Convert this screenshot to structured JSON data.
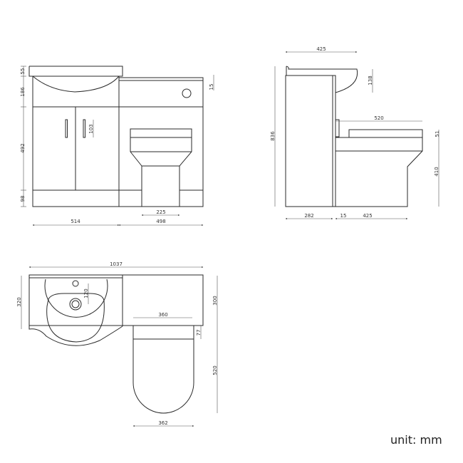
{
  "front_view": {
    "dims": {
      "basin_lip": "55",
      "basin_height": "186",
      "door_height": "492",
      "plinth": "98",
      "handle": "103",
      "cistern_top": "15",
      "pan_width": "225",
      "vanity_width": "514",
      "wc_unit_width": "498"
    }
  },
  "side_view": {
    "dims": {
      "basin_depth": "425",
      "bowl_drop": "138",
      "total_height": "836",
      "projection": "520",
      "seat": "51",
      "pan_height": "410",
      "cabinet_depth": "282",
      "panel": "15",
      "pan_depth": "425"
    }
  },
  "top_view": {
    "dims": {
      "total_width": "1037",
      "basin_depth": "320",
      "tap_to_waste": "120",
      "unit_depth": "300",
      "pan_width": "360",
      "seat_offset": "77",
      "pan_projection": "520",
      "pan_max_width": "362"
    }
  },
  "unit_label": "unit: mm"
}
